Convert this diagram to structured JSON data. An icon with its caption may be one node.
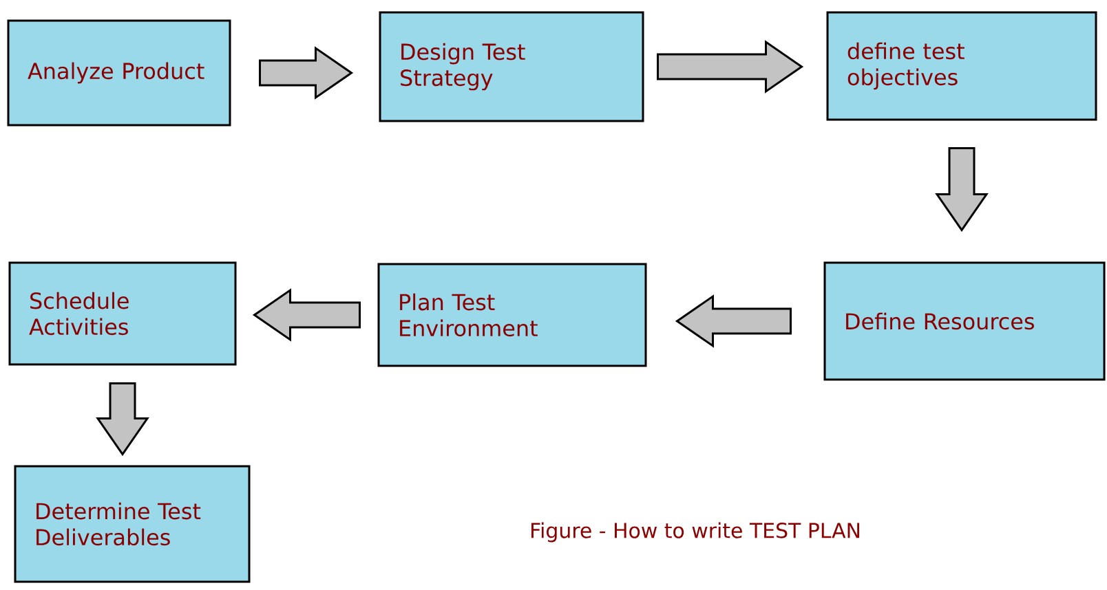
{
  "diagram": {
    "caption": "Figure - How to write TEST PLAN",
    "nodes": [
      {
        "text": [
          "Analyze Product"
        ]
      },
      {
        "text": [
          "Design Test Strategy"
        ]
      },
      {
        "text": [
          "define test objectives"
        ]
      },
      {
        "text": [
          "Define Resources"
        ]
      },
      {
        "text": [
          "Plan Test Environment"
        ]
      },
      {
        "text": [
          "Schedule Activities"
        ]
      },
      {
        "text": [
          "Determine Test Deliverables"
        ]
      }
    ],
    "edges": [
      {
        "from": 0,
        "to": 1,
        "arrow": "to"
      },
      {
        "from": 1,
        "to": 2,
        "arrow": "to"
      },
      {
        "from": 2,
        "to": 3,
        "arrow": "to"
      },
      {
        "from": 3,
        "to": 4,
        "arrow": "to"
      },
      {
        "from": 4,
        "to": 5,
        "arrow": "to"
      },
      {
        "from": 5,
        "to": 6,
        "arrow": "to"
      }
    ]
  }
}
